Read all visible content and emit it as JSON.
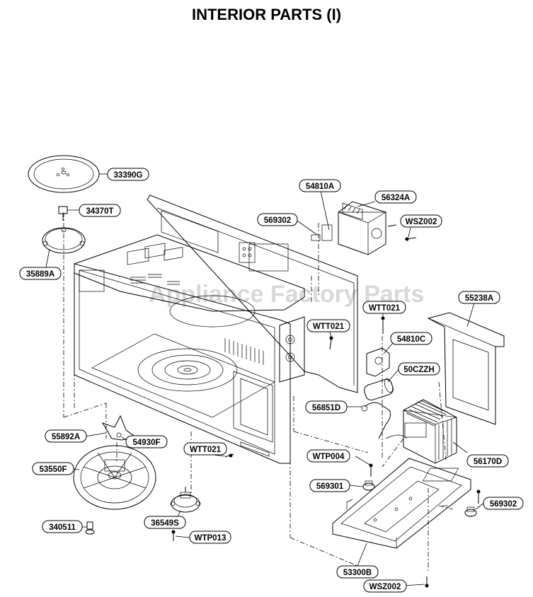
{
  "title": "INTERIOR PARTS (I)",
  "watermark": "Appliance Factory Parts",
  "callouts": [
    {
      "id": "33390G"
    },
    {
      "id": "34370T"
    },
    {
      "id": "35889A"
    },
    {
      "id": "54810A"
    },
    {
      "id": "56324A"
    },
    {
      "id": "569302"
    },
    {
      "id": "WSZ002"
    },
    {
      "id": "55238A"
    },
    {
      "id": "WTT021"
    },
    {
      "id": "WTT021"
    },
    {
      "id": "54810C"
    },
    {
      "id": "50CZZH"
    },
    {
      "id": "56851D"
    },
    {
      "id": "55892A"
    },
    {
      "id": "54930F"
    },
    {
      "id": "53550F"
    },
    {
      "id": "WTT021"
    },
    {
      "id": "WTP004"
    },
    {
      "id": "569301"
    },
    {
      "id": "56170D"
    },
    {
      "id": "569302"
    },
    {
      "id": "340511"
    },
    {
      "id": "36549S"
    },
    {
      "id": "WTP013"
    },
    {
      "id": "53300B"
    },
    {
      "id": "WSZ002"
    }
  ]
}
